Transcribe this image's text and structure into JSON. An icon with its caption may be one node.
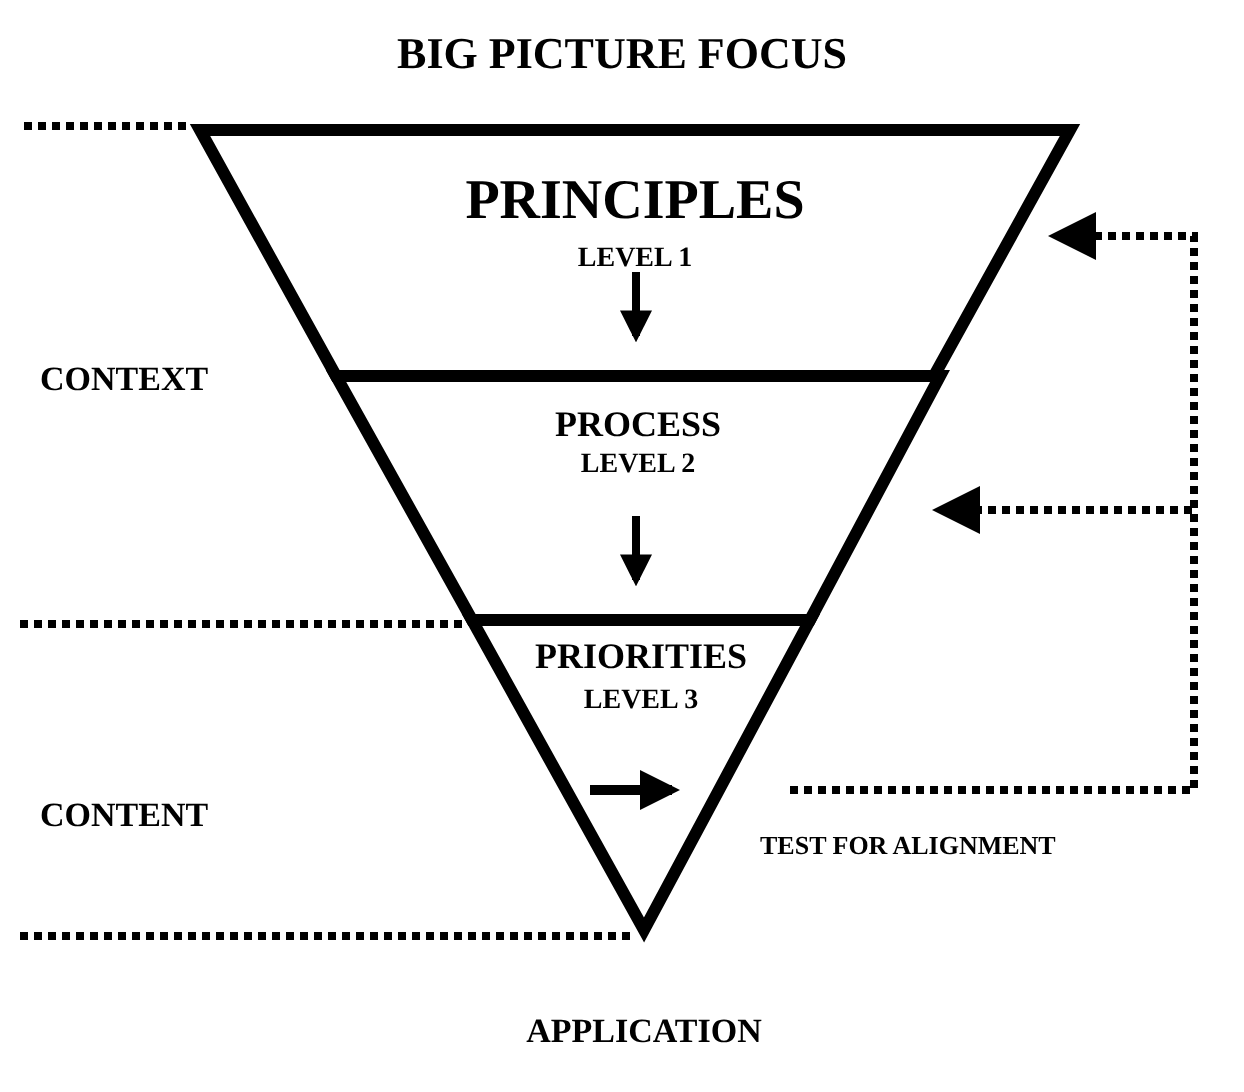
{
  "diagram": {
    "title": "BIG PICTURE FOCUS",
    "nodes": [
      {
        "text": [
          "PRINCIPLES",
          "LEVEL 1"
        ]
      },
      {
        "text": [
          "PROCESS",
          "LEVEL 2"
        ]
      },
      {
        "text": [
          "PRIORITIES",
          "LEVEL 3"
        ]
      }
    ],
    "edges": [
      {
        "from": 0,
        "to": 1,
        "arrow": "to"
      },
      {
        "from": 1,
        "to": 2,
        "arrow": "to"
      },
      {
        "from": 2,
        "to": 0,
        "arrow": "to",
        "style": "dashed",
        "label": "TEST FOR ALIGNMENT"
      },
      {
        "from": 2,
        "to": 1,
        "arrow": "to",
        "style": "dashed"
      }
    ],
    "labels": [
      "CONTEXT",
      "CONTENT",
      "APPLICATION"
    ]
  }
}
